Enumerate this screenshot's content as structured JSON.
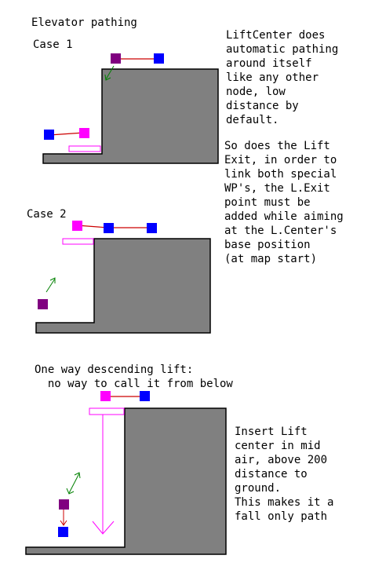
{
  "title": "Elevator pathing",
  "case1": {
    "label": "Case 1",
    "note": "LiftCenter does\nautomatic pathing\naround itself\nlike any other\nnode, low\ndistance by\ndefault."
  },
  "case2": {
    "label": "Case 2",
    "note": "So does the Lift\nExit, in order to\nlink both special\nWP's, the L.Exit\npoint must be\nadded while aiming\nat the L.Center's\nbase position\n(at map start)"
  },
  "case3": {
    "heading": "One way descending lift:\n  no way to call it from below",
    "note": "Insert Lift\ncenter in mid\nair, above 200\ndistance to\nground.\nThis makes it a\nfall only path"
  },
  "colors": {
    "ground": "#808080",
    "waypoint": "#0000ff",
    "lift_center": "#ff00ff",
    "lift_exit": "#800080",
    "path_line": "#cc0000",
    "green_arrow": "#008000",
    "lift_platform": "#ff00ff",
    "fall_arrow": "#ff00ff"
  }
}
